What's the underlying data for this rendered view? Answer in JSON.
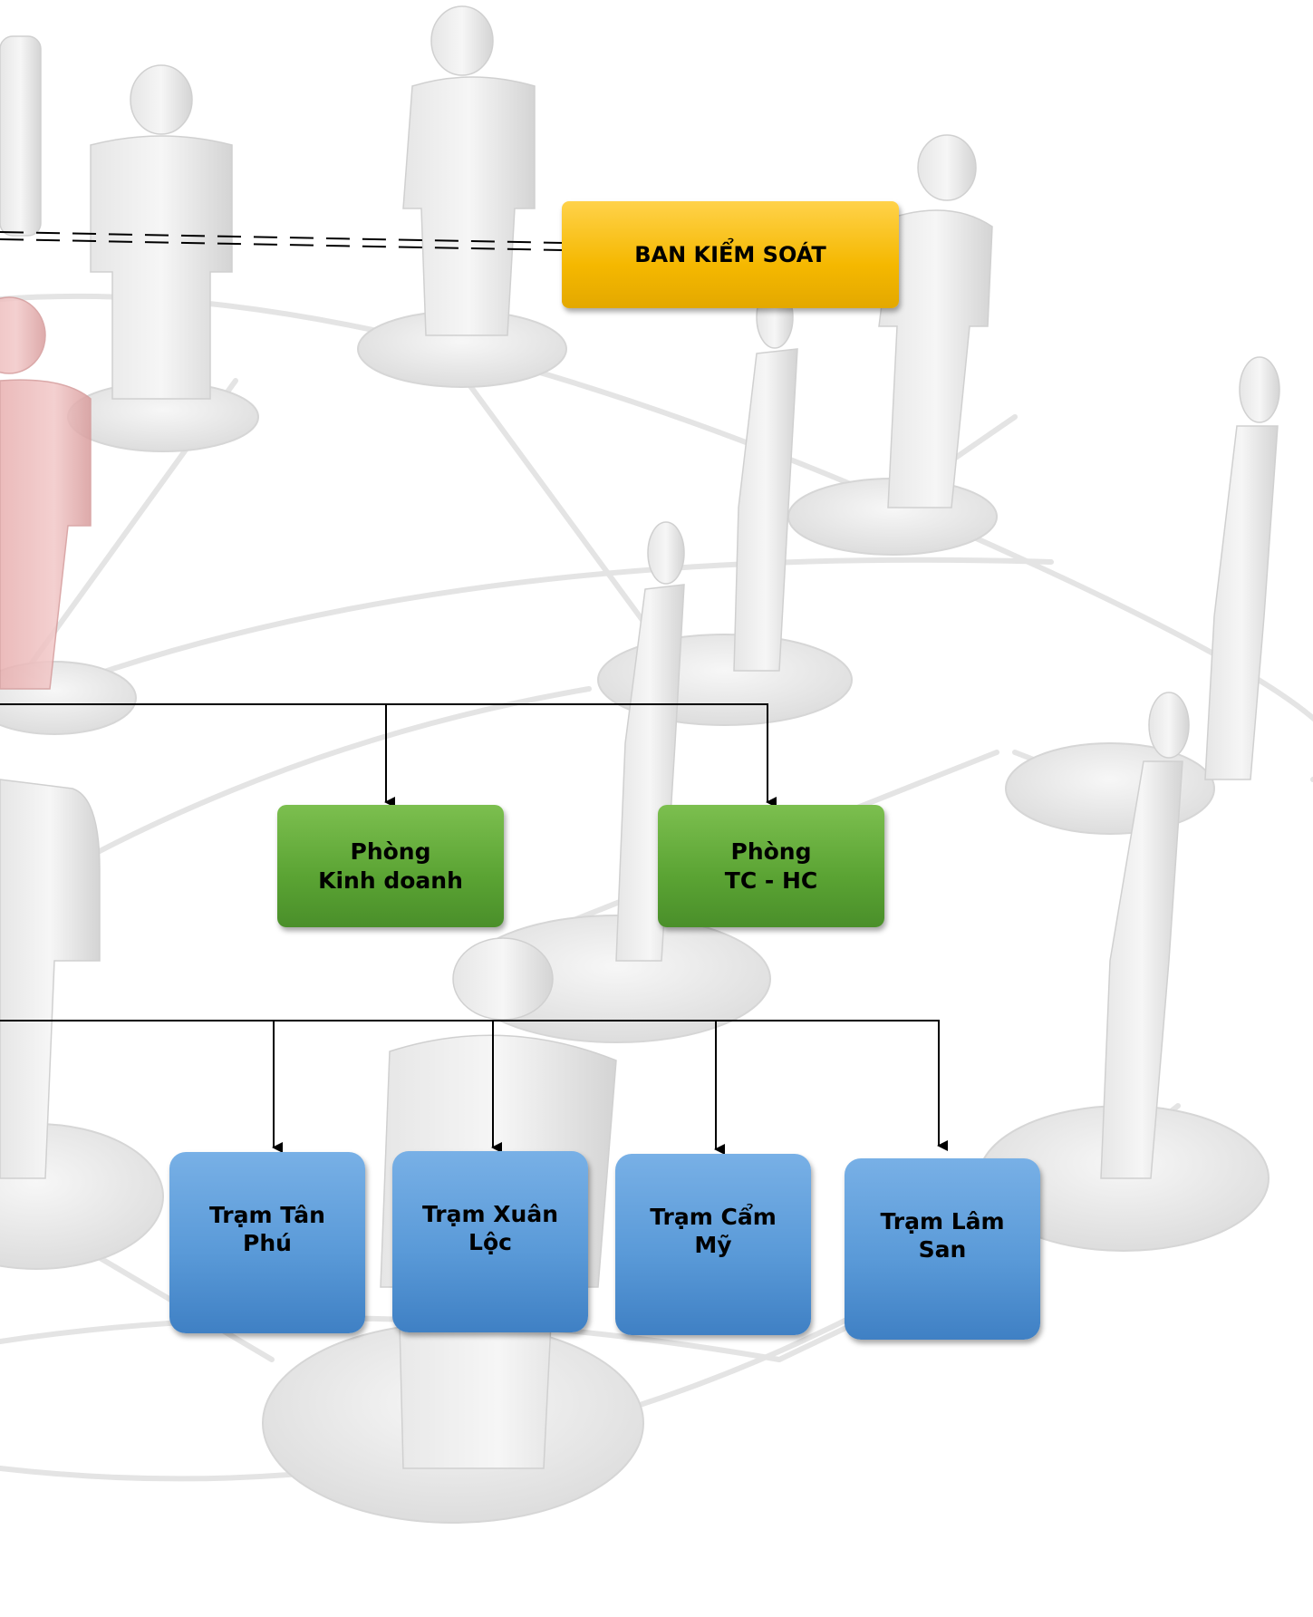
{
  "diagram": {
    "control": {
      "label": "BAN KIỂM SOÁT",
      "color": "#f5b800"
    },
    "departments": [
      {
        "label": "Phòng\nKinh doanh",
        "color": "#5aa333"
      },
      {
        "label": "Phòng\nTC - HC",
        "color": "#5aa333"
      }
    ],
    "stations": [
      {
        "label": "Trạm Tân\nPhú",
        "color": "#5a9ad8"
      },
      {
        "label": "Trạm Xuân\nLộc",
        "color": "#5a9ad8"
      },
      {
        "label": "Trạm Cẩm\nMỹ",
        "color": "#5a9ad8"
      },
      {
        "label": "Trạm Lâm\nSan",
        "color": "#5a9ad8"
      }
    ]
  }
}
